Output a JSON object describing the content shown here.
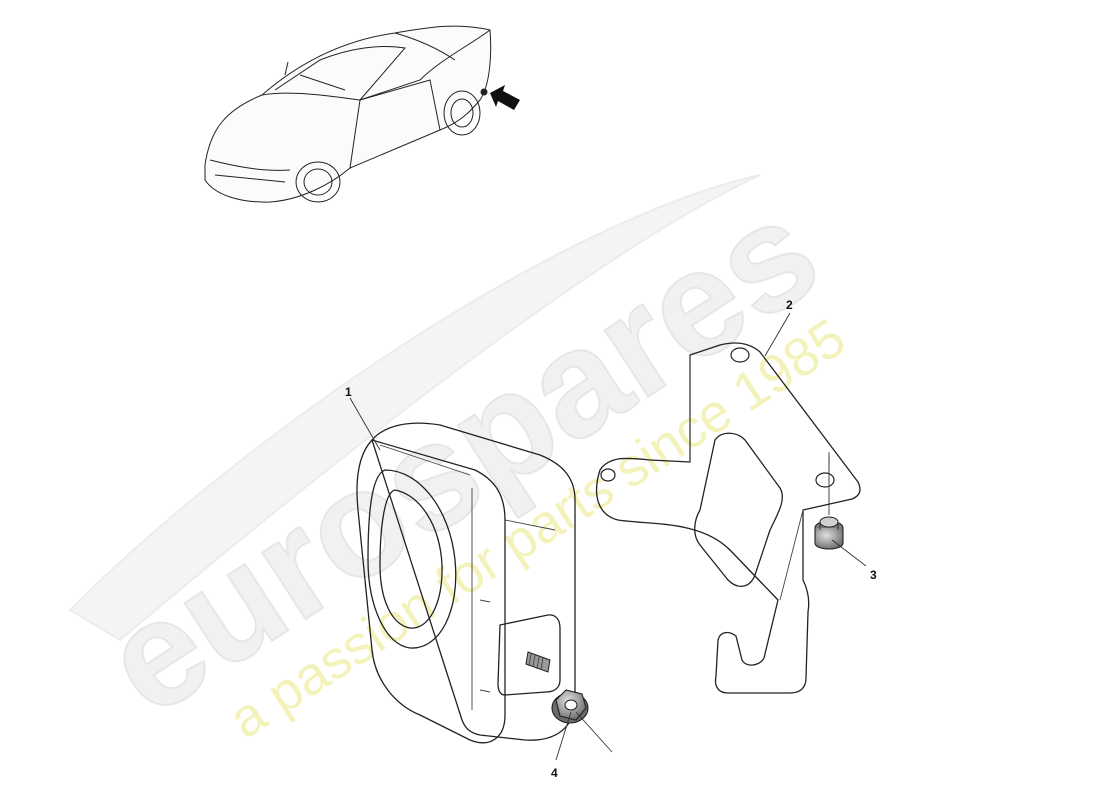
{
  "watermark": {
    "brand": "eurospares",
    "tagline": "a passion for parts since 1985"
  },
  "callouts": [
    {
      "id": "1",
      "label": "1",
      "part": "sensor-unit"
    },
    {
      "id": "2",
      "label": "2",
      "part": "mounting-bracket"
    },
    {
      "id": "3",
      "label": "3",
      "part": "flange-nut"
    },
    {
      "id": "4",
      "label": "4",
      "part": "nut"
    }
  ],
  "colors": {
    "part_fill": "#8d8d8d",
    "part_dark": "#5e5e5e",
    "part_light": "#c9c9c9",
    "outline": "#222222"
  }
}
